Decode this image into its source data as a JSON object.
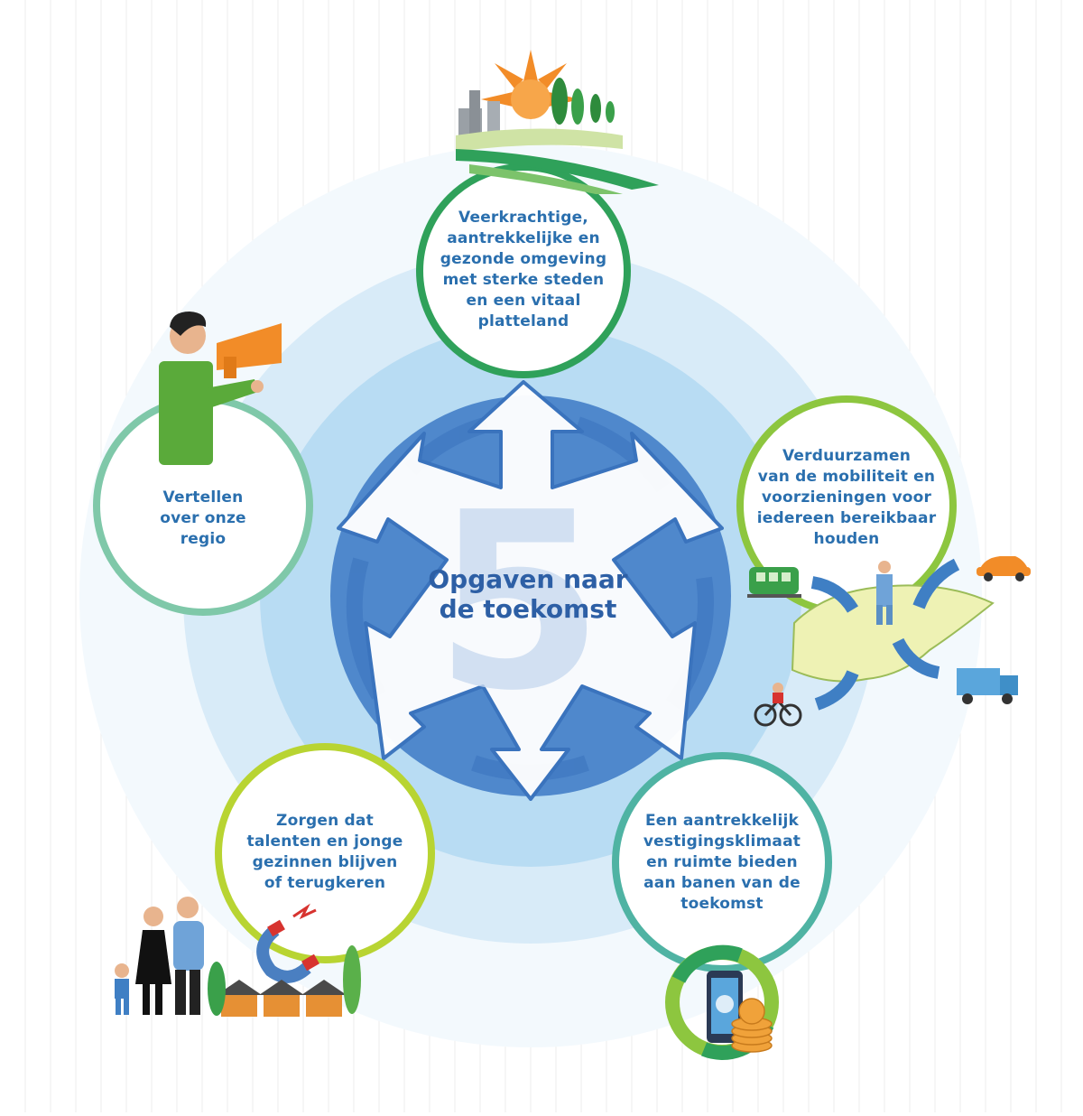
{
  "center": {
    "number": "5",
    "title_line1": "Opgaven naar",
    "title_line2": "de toekomst"
  },
  "themes": [
    {
      "id": "omgeving",
      "lines": [
        "Veerkrachtige,",
        "aantrekkelijke en",
        "gezonde omgeving",
        "met sterke steden",
        "en een vitaal",
        "platteland"
      ],
      "ring_color": "#2fa15a",
      "icon": "landscape-sun-icon"
    },
    {
      "id": "mobiliteit",
      "lines": [
        "Verduurzamen",
        "van de mobiliteit en",
        "voorzieningen voor",
        "iedereen bereikbaar",
        "houden"
      ],
      "ring_color": "#8dc63f",
      "icon": "mobility-map-icon"
    },
    {
      "id": "vestigingsklimaat",
      "lines": [
        "Een aantrekkelijk",
        "vestigingsklimaat",
        "en ruimte bieden",
        "aan banen van de",
        "toekomst"
      ],
      "ring_color": "#4fb3a3",
      "icon": "phone-coins-cycle-icon"
    },
    {
      "id": "talenten",
      "lines": [
        "Zorgen dat",
        "talenten en jonge",
        "gezinnen blijven",
        "of terugkeren"
      ],
      "ring_color": "#b8d432",
      "icon": "family-houses-magnet-icon"
    },
    {
      "id": "vertellen",
      "lines": [
        "Vertellen",
        "over onze",
        "regio"
      ],
      "ring_color": "#7fc8a9",
      "icon": "megaphone-person-icon"
    }
  ],
  "colors": {
    "outer_ring": "#e9f4fb",
    "ring2": "#cfe6f6",
    "ring3": "#a9d4f1",
    "inner_disc": "#4f88cc",
    "pentagon_fill": "#ffffff",
    "pentagon_stroke": "#3a73bd",
    "text_blue": "#2a6fae"
  }
}
